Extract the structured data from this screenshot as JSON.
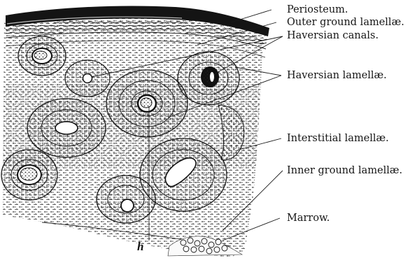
{
  "figure": {
    "labels": {
      "periosteum": "Periosteum.",
      "outer_ground": "Outer ground lamellæ.",
      "haversian_canals": "Haversian canals.",
      "haversian_lamellae": "Haversian lamellæ.",
      "interstitial": "Interstitial lamellæ.",
      "inner_ground": "Inner ground lamellæ.",
      "marrow": "Marrow."
    },
    "pointer_letter": "h"
  },
  "colors": {
    "ink": "#1a1a1a",
    "background": "#ffffff"
  }
}
